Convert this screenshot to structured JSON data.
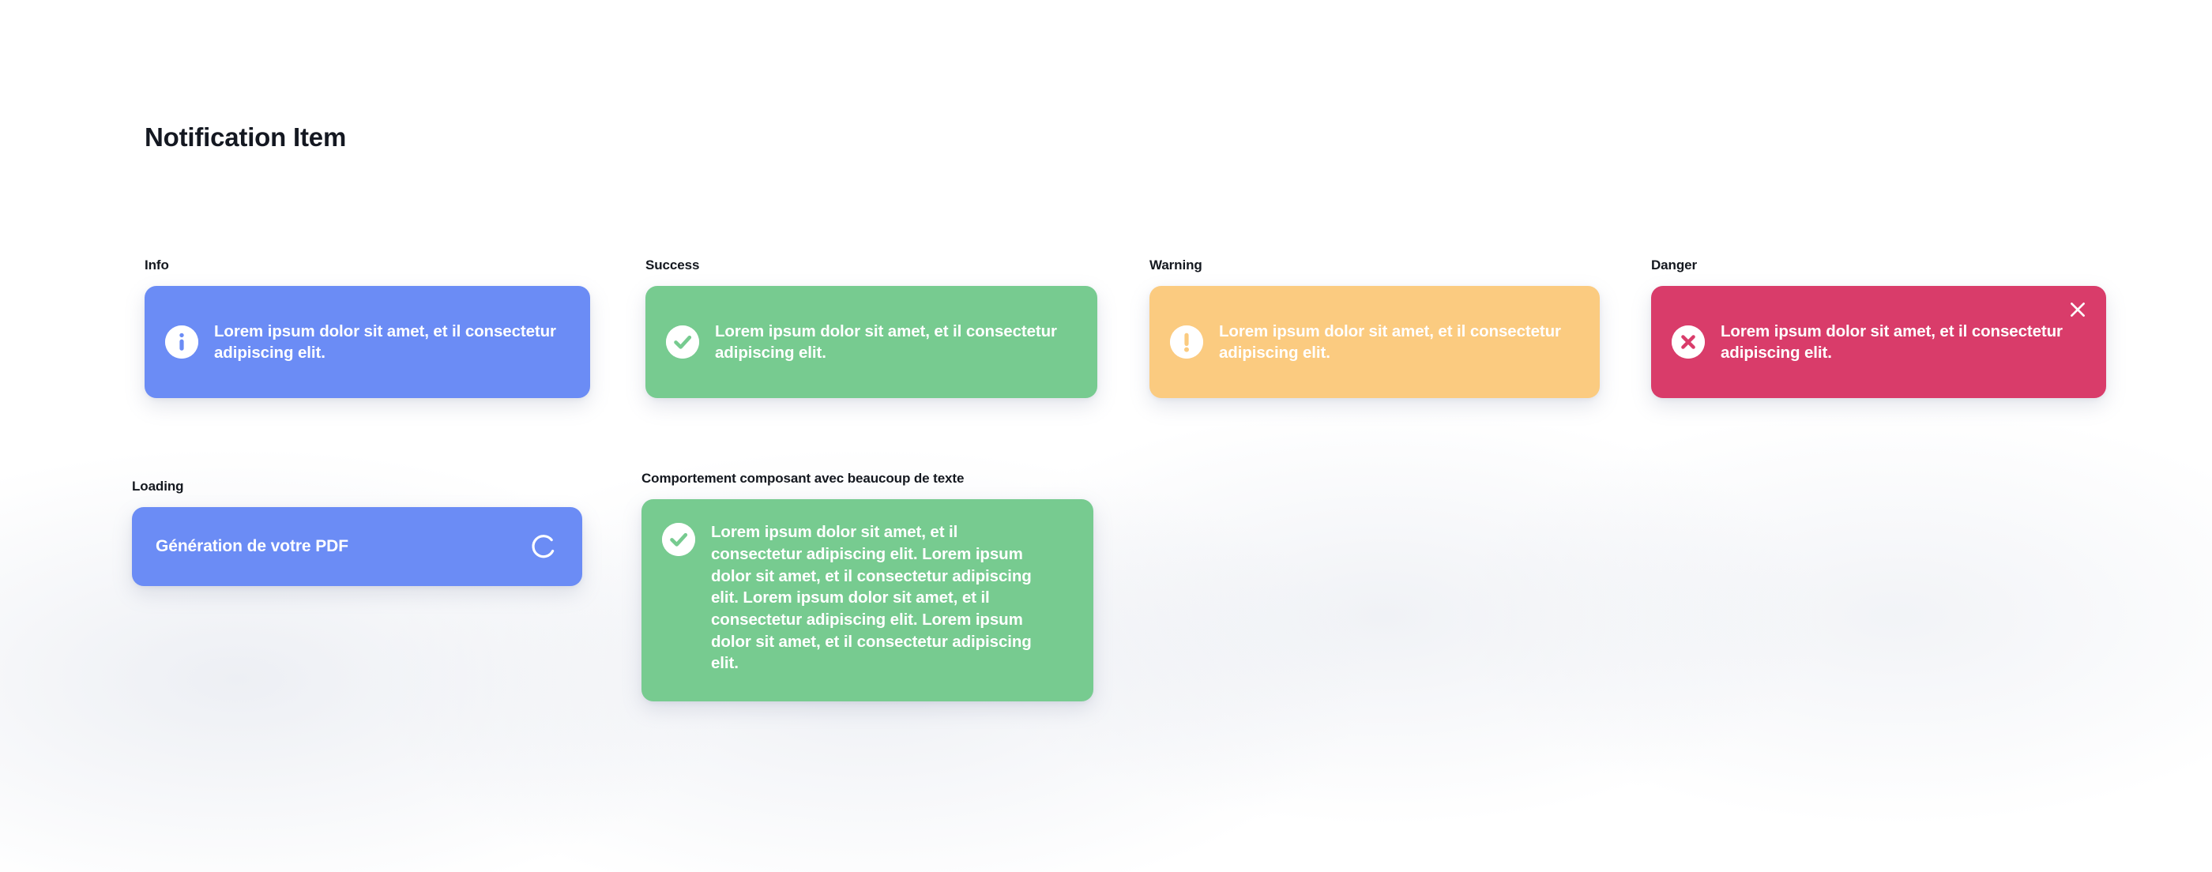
{
  "page": {
    "title": "Notification Item",
    "background_color": "#ffffff",
    "title_color": "#141821"
  },
  "messages": {
    "lorem_short": "Lorem ipsum dolor sit amet, et il consectetur adipiscing elit.",
    "lorem_long": "Lorem ipsum dolor sit amet, et il consectetur adipiscing elit. Lorem ipsum dolor sit amet, et il consectetur adipiscing elit. Lorem ipsum dolor sit amet, et il consectetur adipiscing elit.",
    "loading_label": "Génération de votre PDF"
  },
  "sections": [
    {
      "key": "info",
      "label": "Info",
      "variant": "info",
      "color": "#6b8cf5",
      "icon": "info-circle-icon",
      "text": "Lorem ipsum dolor sit amet, et il consectetur adipiscing elit.",
      "dismissible": false
    },
    {
      "key": "success",
      "label": "Success",
      "variant": "success",
      "color": "#77cb90",
      "icon": "check-circle-icon",
      "text": "Lorem ipsum dolor sit amet, et il consectetur adipiscing elit.",
      "dismissible": false
    },
    {
      "key": "warning",
      "label": "Warning",
      "variant": "warning",
      "color": "#fbcb80",
      "icon": "exclamation-circle-icon",
      "text": "Lorem ipsum dolor sit amet, et il consectetur adipiscing elit.",
      "dismissible": false
    },
    {
      "key": "danger",
      "label": "Danger",
      "variant": "danger",
      "color": "#d93c6a",
      "icon": "x-circle-icon",
      "text": "Lorem ipsum dolor sit amet, et il consectetur adipiscing elit.",
      "dismissible": true,
      "close_icon": "close-icon"
    },
    {
      "key": "loading",
      "label": "Loading",
      "variant": "info",
      "color": "#6b8cf5",
      "icon": "spinner-icon",
      "text": "Génération de votre PDF",
      "dismissible": false
    },
    {
      "key": "longtext",
      "label": "Comportement composant avec beaucoup de texte",
      "variant": "success",
      "color": "#77cb90",
      "icon": "check-circle-icon",
      "text": "Lorem ipsum dolor sit amet, et il consectetur adipiscing elit. Lorem ipsum dolor sit amet, et il consectetur adipiscing elit. Lorem ipsum dolor sit amet, et il consectetur adipiscing elit. Lorem ipsum dolor sit amet, et il consectetur adipiscing elit.",
      "dismissible": false
    }
  ],
  "colors": {
    "info": "#6b8cf5",
    "success": "#77cb90",
    "warning": "#fbcb80",
    "danger": "#d93c6a",
    "icon_bg": "#ffffff",
    "text_on_card": "#ffffff",
    "label": "#14181f"
  }
}
